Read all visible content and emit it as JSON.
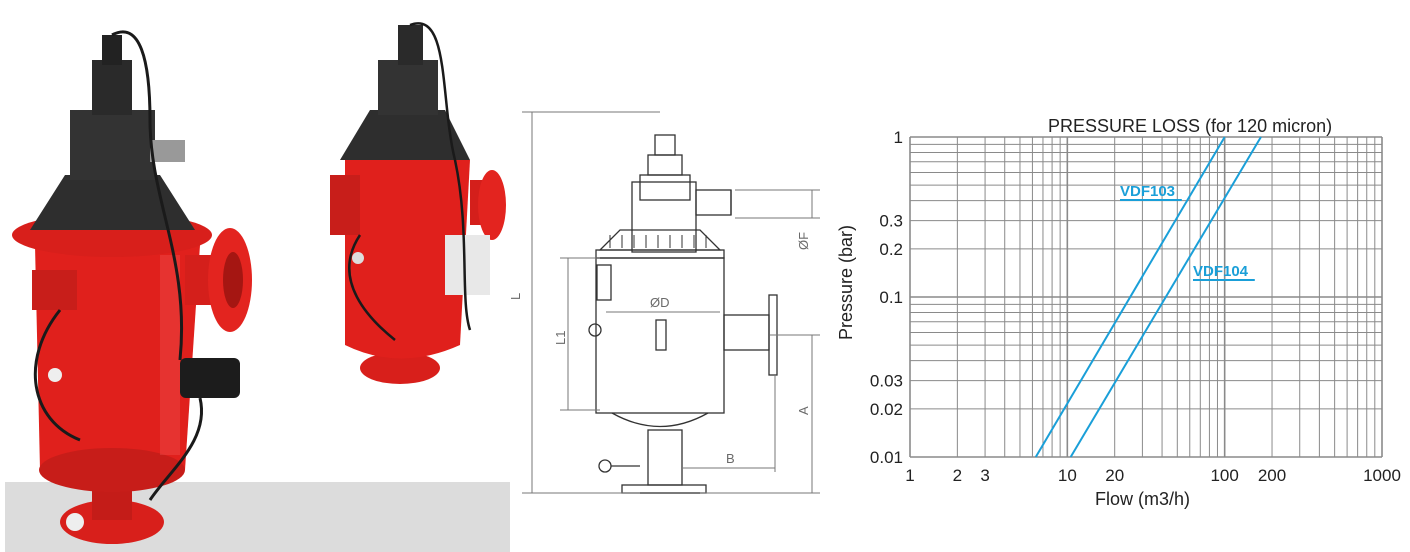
{
  "colors": {
    "filter_body": "#e0201c",
    "filter_cap": "#2e2e2e",
    "floor": "#dcdcdc",
    "curve": "#1a9fd8",
    "grid": "#8a8a8a",
    "drawing": "#333333"
  },
  "drawing": {
    "dim_labels": [
      "L",
      "L1",
      "ØD",
      "ØF",
      "A",
      "B"
    ]
  },
  "chart_data": {
    "type": "line",
    "title": "PRESSURE LOSS (for 120 micron)",
    "xlabel": "Flow (m3/h)",
    "ylabel": "Pressure (bar)",
    "x_scale": "log",
    "y_scale": "log",
    "xlim": [
      1,
      1000
    ],
    "ylim": [
      0.01,
      1
    ],
    "x_ticks": [
      1,
      2,
      3,
      10,
      20,
      100,
      200,
      1000
    ],
    "x_tick_labels": [
      "1",
      "2",
      "3",
      "10",
      "20",
      "100",
      "200",
      "1000"
    ],
    "y_ticks": [
      1,
      0.3,
      0.2,
      0.1,
      0.03,
      0.02,
      0.01
    ],
    "y_tick_labels": [
      "1",
      "0.3",
      "0.2",
      "0.1",
      "0.03",
      "0.02",
      "0.01"
    ],
    "grid": true,
    "series": [
      {
        "name": "VDF103",
        "x": [
          6.3,
          100
        ],
        "y": [
          0.01,
          1
        ]
      },
      {
        "name": "VDF104",
        "x": [
          10.5,
          170
        ],
        "y": [
          0.01,
          1
        ]
      }
    ]
  }
}
